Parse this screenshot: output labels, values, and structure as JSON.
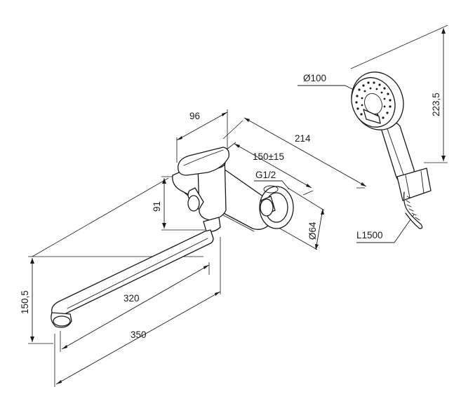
{
  "dimensions": {
    "handle_width": "96",
    "overall_depth": "214",
    "center_distance": "150±15",
    "connection_thread": "G1/2",
    "body_height": "91",
    "rosette_diameter": "Ø64",
    "spout_reach_inner": "320",
    "spout_reach_outer": "350",
    "spout_height": "150,5",
    "showerhead_diameter": "Ø100",
    "handshower_length": "223,5",
    "hose_length": "L1500"
  }
}
